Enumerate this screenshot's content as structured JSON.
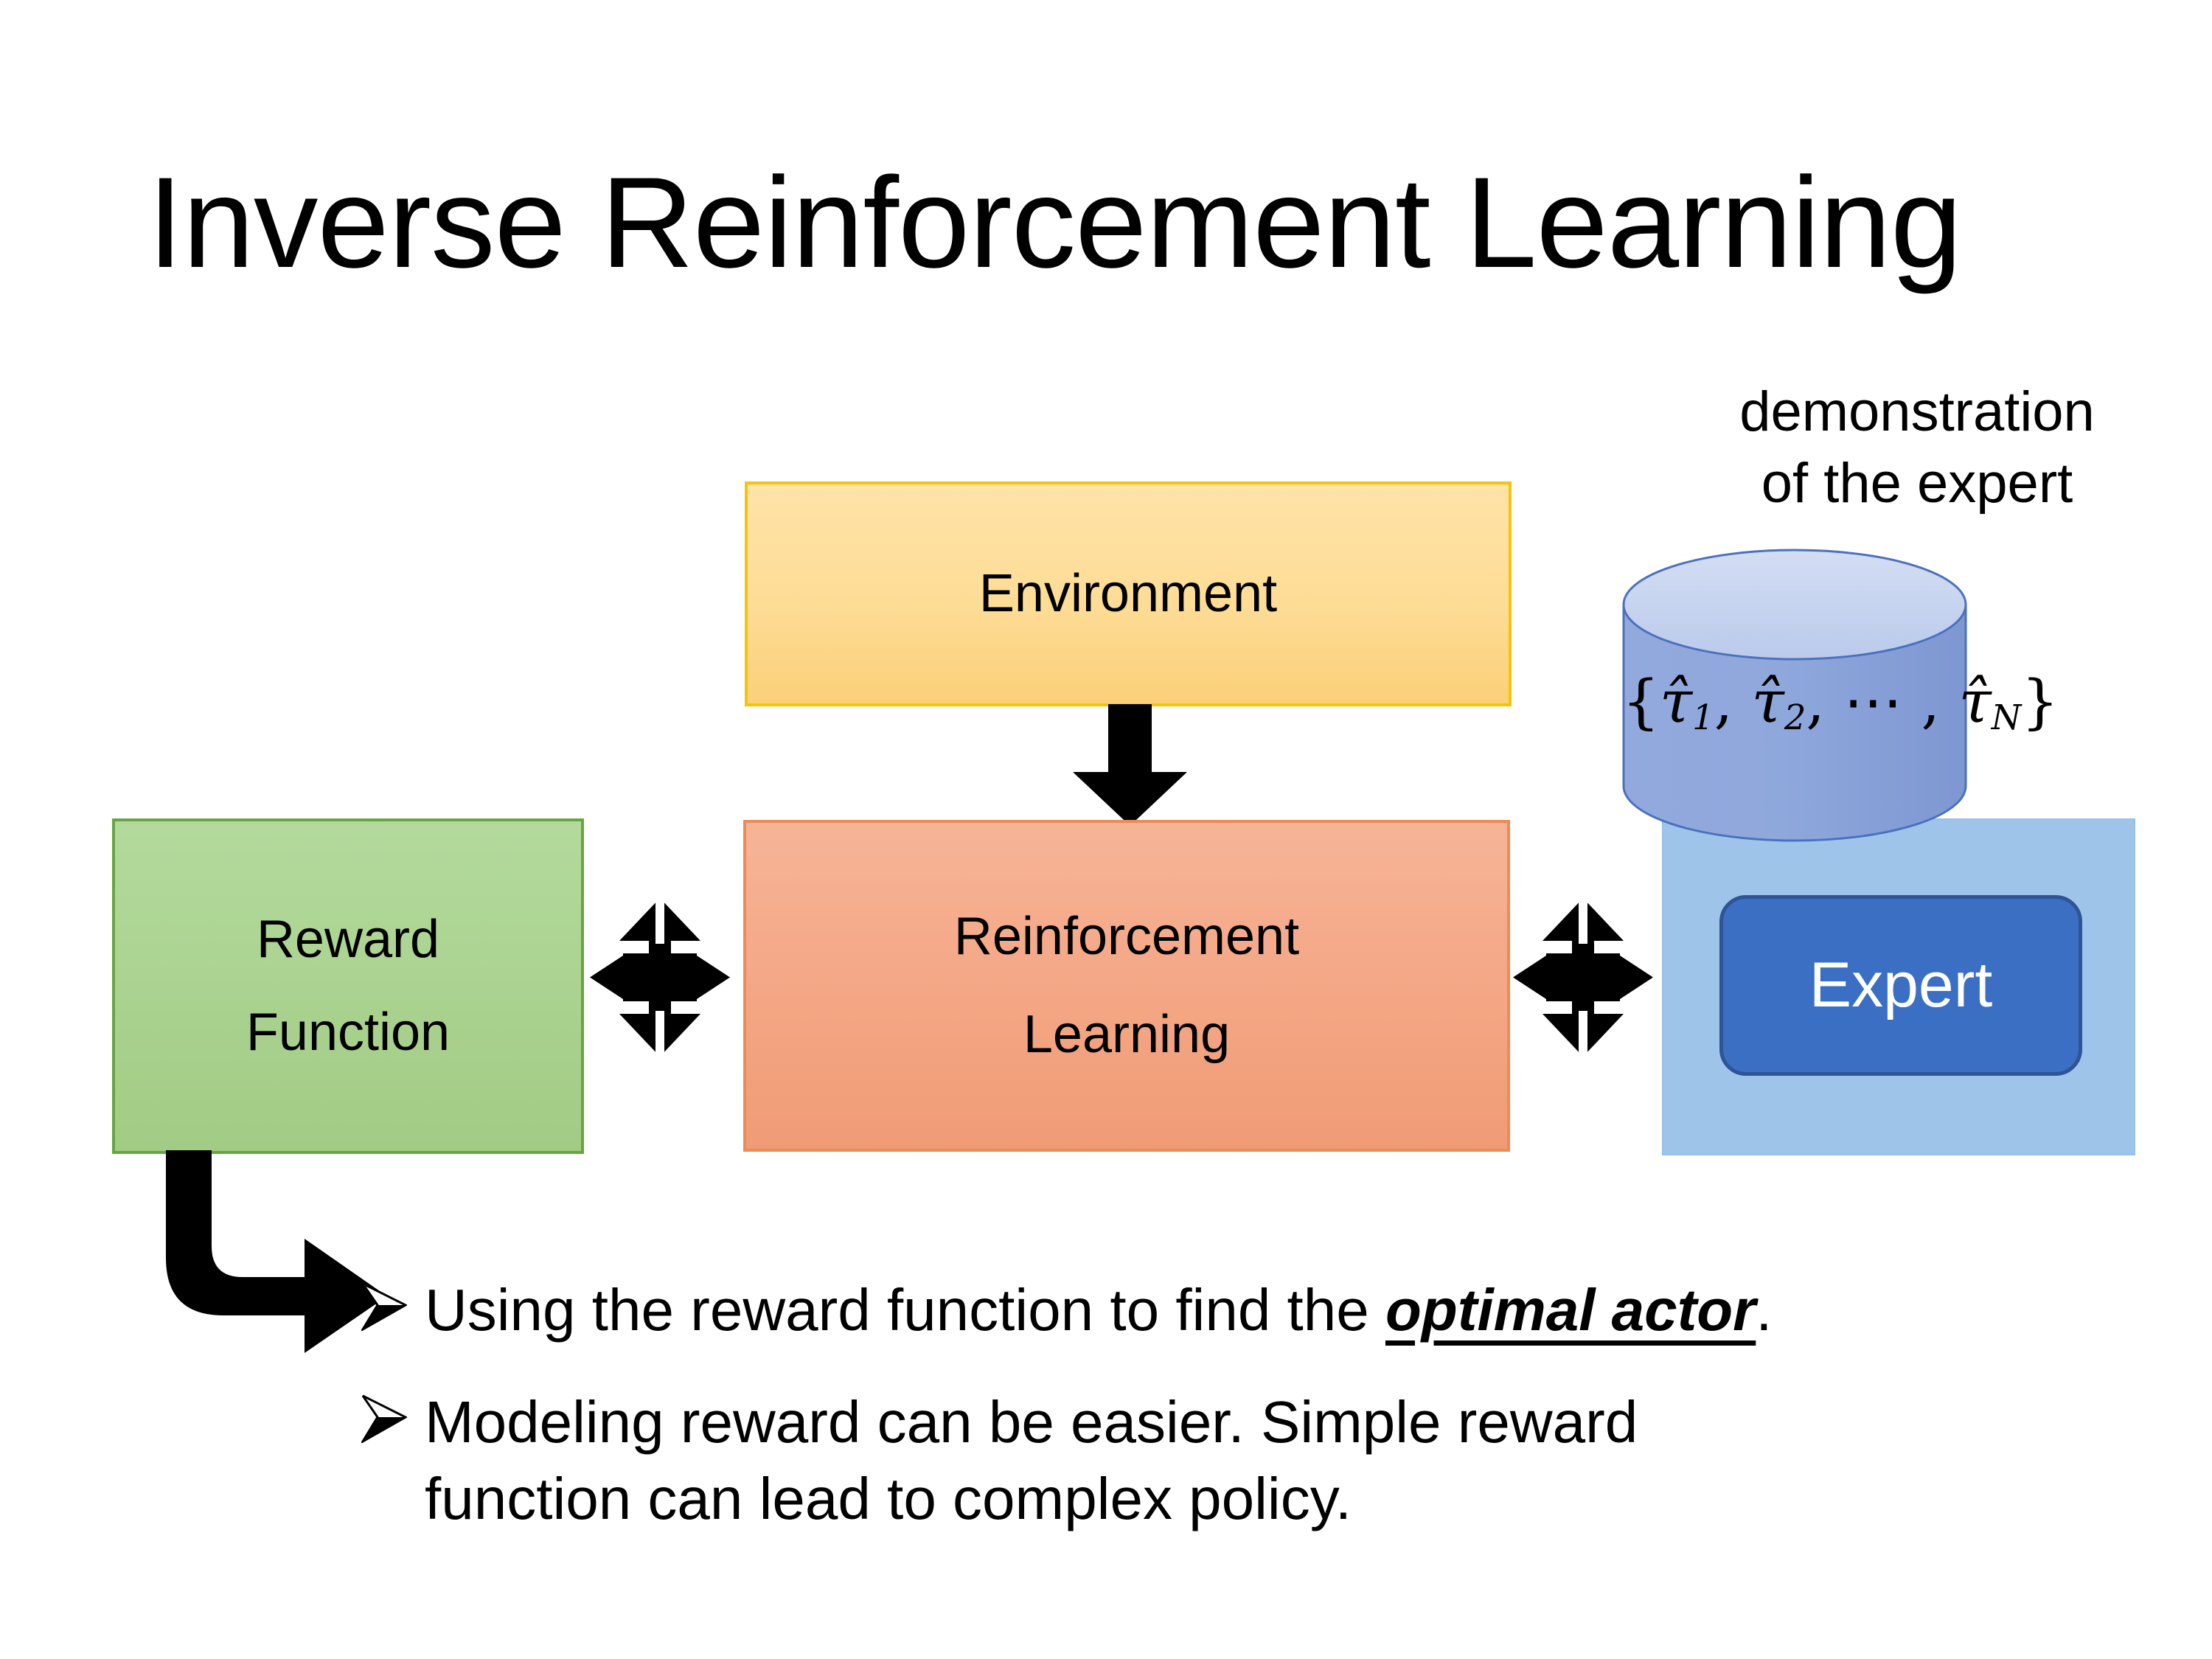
{
  "slide": {
    "title": "Inverse Reinforcement Learning",
    "background_color": "#FFFFFF"
  },
  "diagram": {
    "environment_box": {
      "label": "Environment",
      "fill_color": "#FDDC95",
      "border_color": "#F2C40B"
    },
    "rl_box": {
      "label_line1": "Reinforcement",
      "label_line2": "Learning",
      "fill_color": "#F4A684",
      "border_color": "#ED8B54"
    },
    "reward_box": {
      "label_line1": "Reward",
      "label_line2": "Function",
      "fill_color": "#A9D18E",
      "border_color": "#68A542"
    },
    "demonstration": {
      "caption_line1": "demonstration",
      "caption_line2": "of the expert",
      "cylinder_open_brace": "{",
      "cylinder_tau1": "τ̂",
      "cylinder_sub1": "1",
      "cylinder_sep1": ", ",
      "cylinder_tau2": "τ̂",
      "cylinder_sub2": "2",
      "cylinder_sep2": ", ⋯ , ",
      "cylinder_tauN": "τ̂",
      "cylinder_subN": "N",
      "cylinder_close_brace": "}",
      "cylinder_formula_plain": "{τ̂1, τ̂2, ⋯ , τ̂N}",
      "cylinder_fill_color": "#8FA8DC",
      "panel_fill_color": "#9EC4EA"
    },
    "expert_chip": {
      "label": "Expert",
      "fill_color": "#3A6FC4",
      "border_color": "#2D5596",
      "text_color": "#FFFFFF"
    },
    "connectors": {
      "env_to_rl": "down-arrow",
      "reward_to_rl": "left-right-quad-arrow",
      "rl_to_expert": "left-right-quad-arrow",
      "reward_to_bullets": "elbow-arrow",
      "arrow_color": "#000000"
    }
  },
  "bullets": [
    {
      "marker": "➢",
      "text_before": "Using the reward function to find the ",
      "emphasis": "optimal actor",
      "text_after": ".",
      "line2": ""
    },
    {
      "marker": "➢",
      "text_before": "Modeling reward can be easier. Simple reward",
      "emphasis": "",
      "text_after": "",
      "line2": "function can lead to complex policy."
    }
  ]
}
